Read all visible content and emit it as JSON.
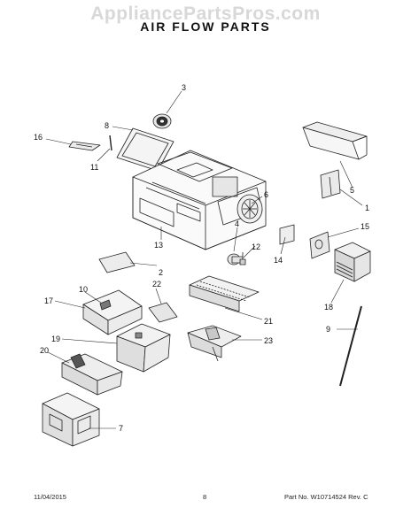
{
  "watermark": "AppliancePartsPros.com",
  "title": "AIR FLOW PARTS",
  "callouts": [
    {
      "id": "c1",
      "label": "1"
    },
    {
      "id": "c2",
      "label": "2"
    },
    {
      "id": "c3",
      "label": "3"
    },
    {
      "id": "c4",
      "label": "4"
    },
    {
      "id": "c5",
      "label": "5"
    },
    {
      "id": "c6",
      "label": "6"
    },
    {
      "id": "c7",
      "label": "7"
    },
    {
      "id": "c8",
      "label": "8"
    },
    {
      "id": "c9",
      "label": "9"
    },
    {
      "id": "c10",
      "label": "10"
    },
    {
      "id": "c11",
      "label": "11"
    },
    {
      "id": "c12",
      "label": "12"
    },
    {
      "id": "c13",
      "label": "13"
    },
    {
      "id": "c14",
      "label": "14"
    },
    {
      "id": "c15",
      "label": "15"
    },
    {
      "id": "c16",
      "label": "16"
    },
    {
      "id": "c17",
      "label": "17"
    },
    {
      "id": "c18",
      "label": "18"
    },
    {
      "id": "c19",
      "label": "19"
    },
    {
      "id": "c20",
      "label": "20"
    },
    {
      "id": "c21",
      "label": "21"
    },
    {
      "id": "c22",
      "label": "22"
    },
    {
      "id": "c23",
      "label": "23"
    }
  ],
  "footer": {
    "date": "11/04/2015",
    "page": "8",
    "part_info": "Part No. W10714524  Rev. C"
  }
}
